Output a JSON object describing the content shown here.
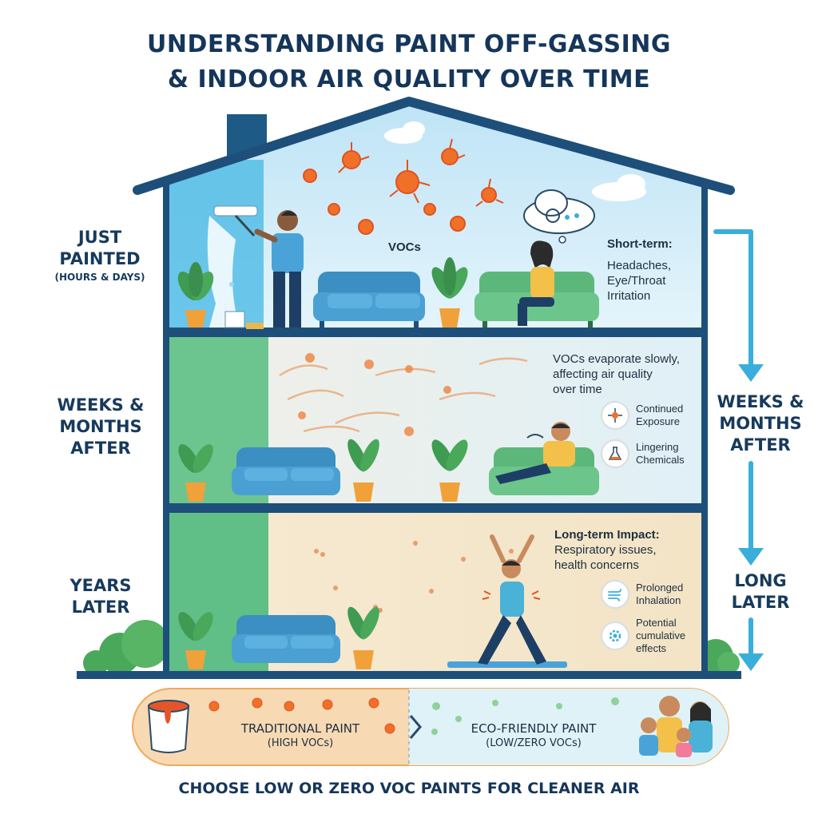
{
  "title": {
    "line1": "UNDERSTANDING PAINT OFF-GASSING",
    "line2": "& INDOOR AIR QUALITY OVER TIME"
  },
  "stages": {
    "just_painted": {
      "line1": "JUST",
      "line2": "PAINTED",
      "sub": "(HOURS & DAYS)"
    },
    "weeks": {
      "line1": "WEEKS &",
      "line2": "MONTHS",
      "line3": "AFTER"
    },
    "years": {
      "line1": "YEARS",
      "line2": "LATER"
    }
  },
  "timeline": {
    "weeks": {
      "line1": "WEEKS &",
      "line2": "MONTHS",
      "line3": "AFTER"
    },
    "long": {
      "line1": "LONG",
      "line2": "LATER"
    }
  },
  "floor1": {
    "vocs_label": "VOCs",
    "heading": "Short-term:",
    "lines": [
      "Headaches,",
      "Eye/Throat",
      "Irritation"
    ]
  },
  "floor2": {
    "lines": [
      "VOCs evaporate slowly,",
      "affecting air quality",
      "over time"
    ],
    "badges": [
      {
        "icon": "molecule-icon",
        "line1": "Continued",
        "line2": "Exposure"
      },
      {
        "icon": "flask-icon",
        "line1": "Lingering",
        "line2": "Chemicals"
      }
    ]
  },
  "floor3": {
    "heading": "Long-term Impact:",
    "lines": [
      "Respiratory issues,",
      "health concerns"
    ],
    "badges": [
      {
        "icon": "wind-icon",
        "line1": "Prolonged",
        "line2": "Inhalation"
      },
      {
        "icon": "gear-icon",
        "line1": "Potential",
        "line2": "cumulative",
        "line3": "effects"
      }
    ]
  },
  "comparison": {
    "traditional": {
      "line1": "TRADITIONAL PAINT",
      "line2": "(HIGH VOCs)"
    },
    "eco": {
      "line1": "ECO-FRIENDLY PAINT",
      "line2": "(LOW/ZERO VOCs)"
    }
  },
  "footer": "CHOOSE LOW OR ZERO VOC PAINTS FOR CLEANER AIR",
  "colors": {
    "navy": "#1d4f7a",
    "timeline": "#3aaedb",
    "voc": "#f0702a",
    "sofa_blue": "#3b8fc2",
    "sofa_green": "#5cb87a"
  }
}
